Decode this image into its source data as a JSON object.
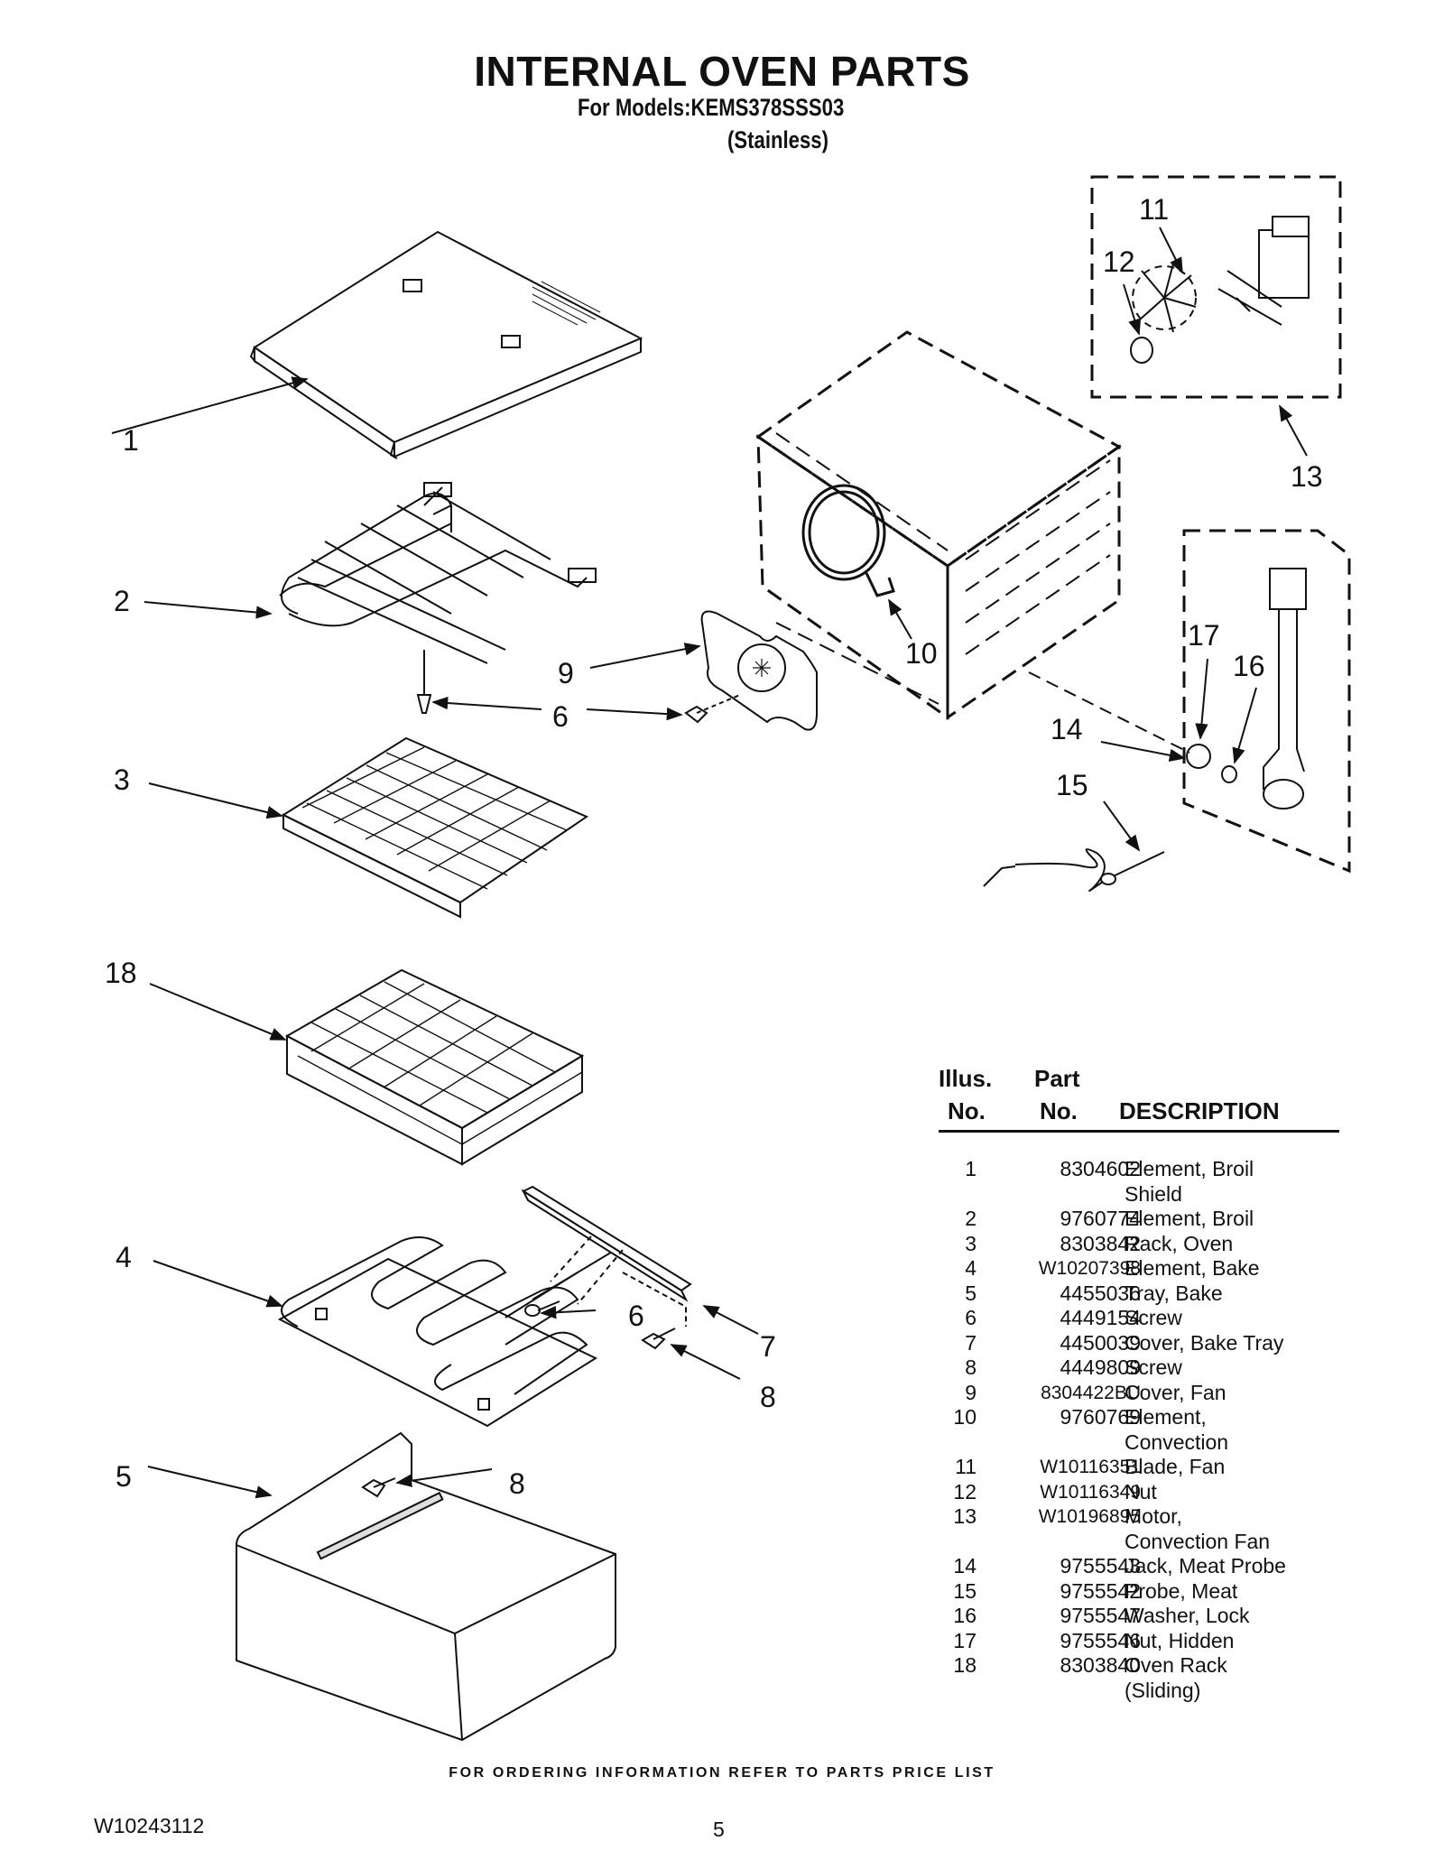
{
  "header": {
    "title": "INTERNAL OVEN PARTS",
    "models_line": "For Models:KEMS378SSS03",
    "finish_line": "(Stainless)"
  },
  "callouts": [
    "1",
    "2",
    "3",
    "18",
    "4",
    "5",
    "9",
    "6",
    "6",
    "10",
    "11",
    "12",
    "13",
    "14",
    "15",
    "16",
    "17",
    "6",
    "7",
    "8",
    "8"
  ],
  "table": {
    "headers": {
      "illus_line1": "Illus.",
      "illus_line2": "No.",
      "part_line1": "Part",
      "part_line2": "No.",
      "description": "DESCRIPTION"
    },
    "rows": [
      {
        "illus": "1",
        "part": "8304602",
        "desc": "Element, Broil"
      },
      {
        "illus": "",
        "part": "",
        "desc": "Shield"
      },
      {
        "illus": "2",
        "part": "9760774",
        "desc": "Element, Broil"
      },
      {
        "illus": "3",
        "part": "8303842",
        "desc": "Rack, Oven"
      },
      {
        "illus": "4",
        "part": "W10207398",
        "desc": "Element, Bake"
      },
      {
        "illus": "5",
        "part": "4455036",
        "desc": "Tray, Bake"
      },
      {
        "illus": "6",
        "part": "4449154",
        "desc": "Screw"
      },
      {
        "illus": "7",
        "part": "4450039",
        "desc": "Cover, Bake Tray"
      },
      {
        "illus": "8",
        "part": "4449809",
        "desc": "Screw"
      },
      {
        "illus": "9",
        "part": "8304422BU",
        "desc": "Cover, Fan"
      },
      {
        "illus": "10",
        "part": "9760769",
        "desc": "Element,"
      },
      {
        "illus": "",
        "part": "",
        "desc": "Convection"
      },
      {
        "illus": "11",
        "part": "W10116351",
        "desc": "Blade, Fan"
      },
      {
        "illus": "12",
        "part": "W10116349",
        "desc": "Nut"
      },
      {
        "illus": "13",
        "part": "W10196895",
        "desc": "Motor,"
      },
      {
        "illus": "",
        "part": "",
        "desc": "Convection Fan"
      },
      {
        "illus": "14",
        "part": "9755543",
        "desc": "Jack, Meat Probe"
      },
      {
        "illus": "15",
        "part": "9755542",
        "desc": "Probe, Meat"
      },
      {
        "illus": "16",
        "part": "9755547",
        "desc": "Washer, Lock"
      },
      {
        "illus": "17",
        "part": "9755546",
        "desc": "Nut, Hidden"
      },
      {
        "illus": "18",
        "part": "8303840",
        "desc": "Oven Rack"
      },
      {
        "illus": "",
        "part": "",
        "desc": "(Sliding)"
      }
    ]
  },
  "footer": {
    "ordering_note": "FOR ORDERING INFORMATION REFER TO PARTS PRICE LIST",
    "document_number": "W10243112",
    "page_number": "5"
  },
  "colors": {
    "ink": "#111111",
    "background": "#ffffff"
  }
}
